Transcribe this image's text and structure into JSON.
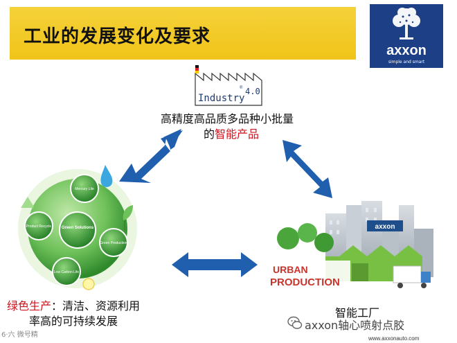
{
  "slide": {
    "title": "工业的发展变化及要求"
  },
  "logo": {
    "name": "axxon",
    "tagline": "simple and smart",
    "bg_color": "#1d3f86",
    "icon": "tree-icon"
  },
  "top_node": {
    "logo_text": "Industry",
    "logo_version": "4.0",
    "logo_mark": "®",
    "line1": "高精度高品质多品种小批量",
    "line2_prefix": "的",
    "line2_highlight": "智能产品"
  },
  "left_node": {
    "center_label": "Green Solutions",
    "circles": [
      "Mercury Lite",
      "Product Recycle",
      "Green Production",
      "Low Carbon Life"
    ],
    "line1_highlight": "绿色生产",
    "line1_rest": "：清洁、资源利用",
    "line2": "率高的可持续发展"
  },
  "right_node": {
    "badge_top": "URBAN",
    "badge_bottom": "PRODUCTION",
    "label": "智能工厂"
  },
  "footer": {
    "wechat_text": "axxon轴心喷射点胶",
    "url": "www.axxonauto.com",
    "watermark": "6·六 微号精"
  },
  "colors": {
    "arrow": "#1f5fae",
    "title_bar": "#f0c419",
    "highlight_red": "#d0121b"
  }
}
